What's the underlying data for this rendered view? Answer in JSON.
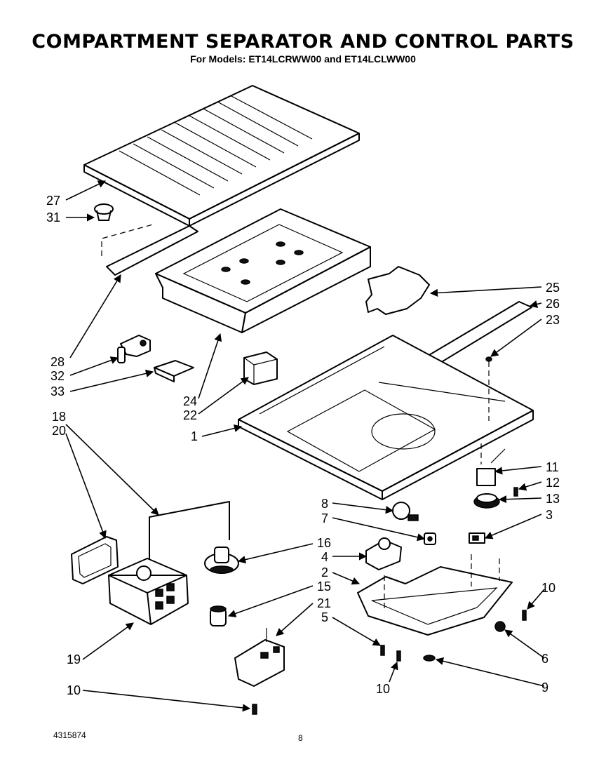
{
  "title": "COMPARTMENT SEPARATOR AND CONTROL  PARTS",
  "subtitle": "For Models: ET14LCRWW00 and ET14LCLWW00",
  "callouts": {
    "c27": "27",
    "c31": "31",
    "c28": "28",
    "c32": "32",
    "c33": "33",
    "c24": "24",
    "c22": "22",
    "c18": "18",
    "c20": "20",
    "c19": "19",
    "c10a": "10",
    "c16": "16",
    "c15": "15",
    "c21": "21",
    "c25": "25",
    "c26": "26",
    "c23": "23",
    "c1": "1",
    "c11": "11",
    "c12": "12",
    "c13": "13",
    "c3": "3",
    "c8": "8",
    "c7": "7",
    "c4": "4",
    "c2": "2",
    "c5": "5",
    "c10b": "10",
    "c10c": "10",
    "c6": "6",
    "c9": "9"
  },
  "footer": {
    "part_number": "4315874",
    "page_number": "8"
  }
}
